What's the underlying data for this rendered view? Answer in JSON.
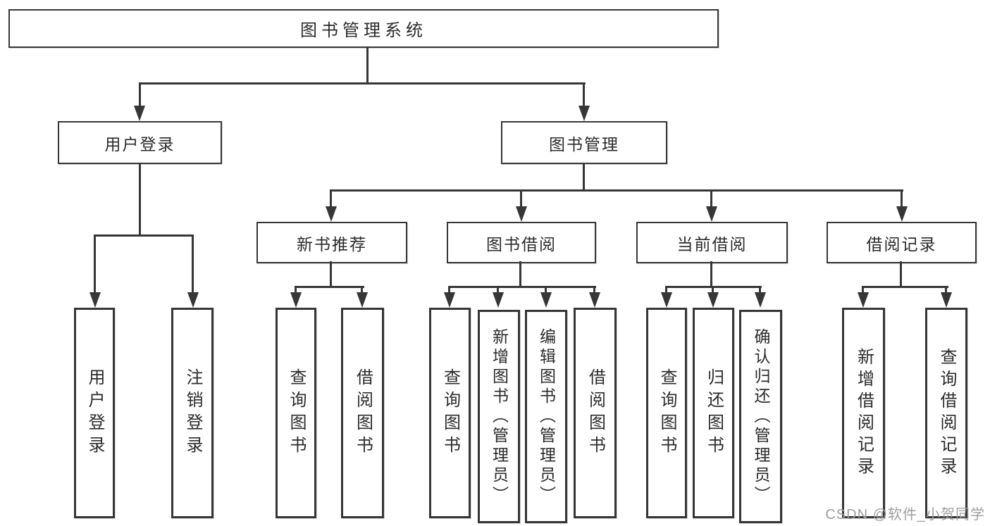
{
  "tree": {
    "label": "图书管理系统",
    "children": [
      {
        "label": "用户登录",
        "children": [
          {
            "label": "用户登录"
          },
          {
            "label": "注销登录"
          }
        ]
      },
      {
        "label": "图书管理",
        "children": [
          {
            "label": "新书推荐",
            "children": [
              {
                "label": "查询图书"
              },
              {
                "label": "借阅图书"
              }
            ]
          },
          {
            "label": "图书借阅",
            "children": [
              {
                "label": "查询图书"
              },
              {
                "label": "新增图书（管理员）"
              },
              {
                "label": "编辑图书（管理员）"
              },
              {
                "label": "借阅图书"
              }
            ]
          },
          {
            "label": "当前借阅",
            "children": [
              {
                "label": "查询图书"
              },
              {
                "label": "归还图书"
              },
              {
                "label": "确认归还（管理员）"
              }
            ]
          },
          {
            "label": "借阅记录",
            "children": [
              {
                "label": "新增借阅记录"
              },
              {
                "label": "查询借阅记录"
              }
            ]
          }
        ]
      }
    ]
  },
  "watermark": {
    "text": "CSDN @软件_小贺同学"
  },
  "colors": {
    "background": "#ffffff",
    "line": "#363636",
    "box_border": "#363636",
    "text": "#2b2b2b",
    "watermark_text": "#9e9e9e"
  }
}
